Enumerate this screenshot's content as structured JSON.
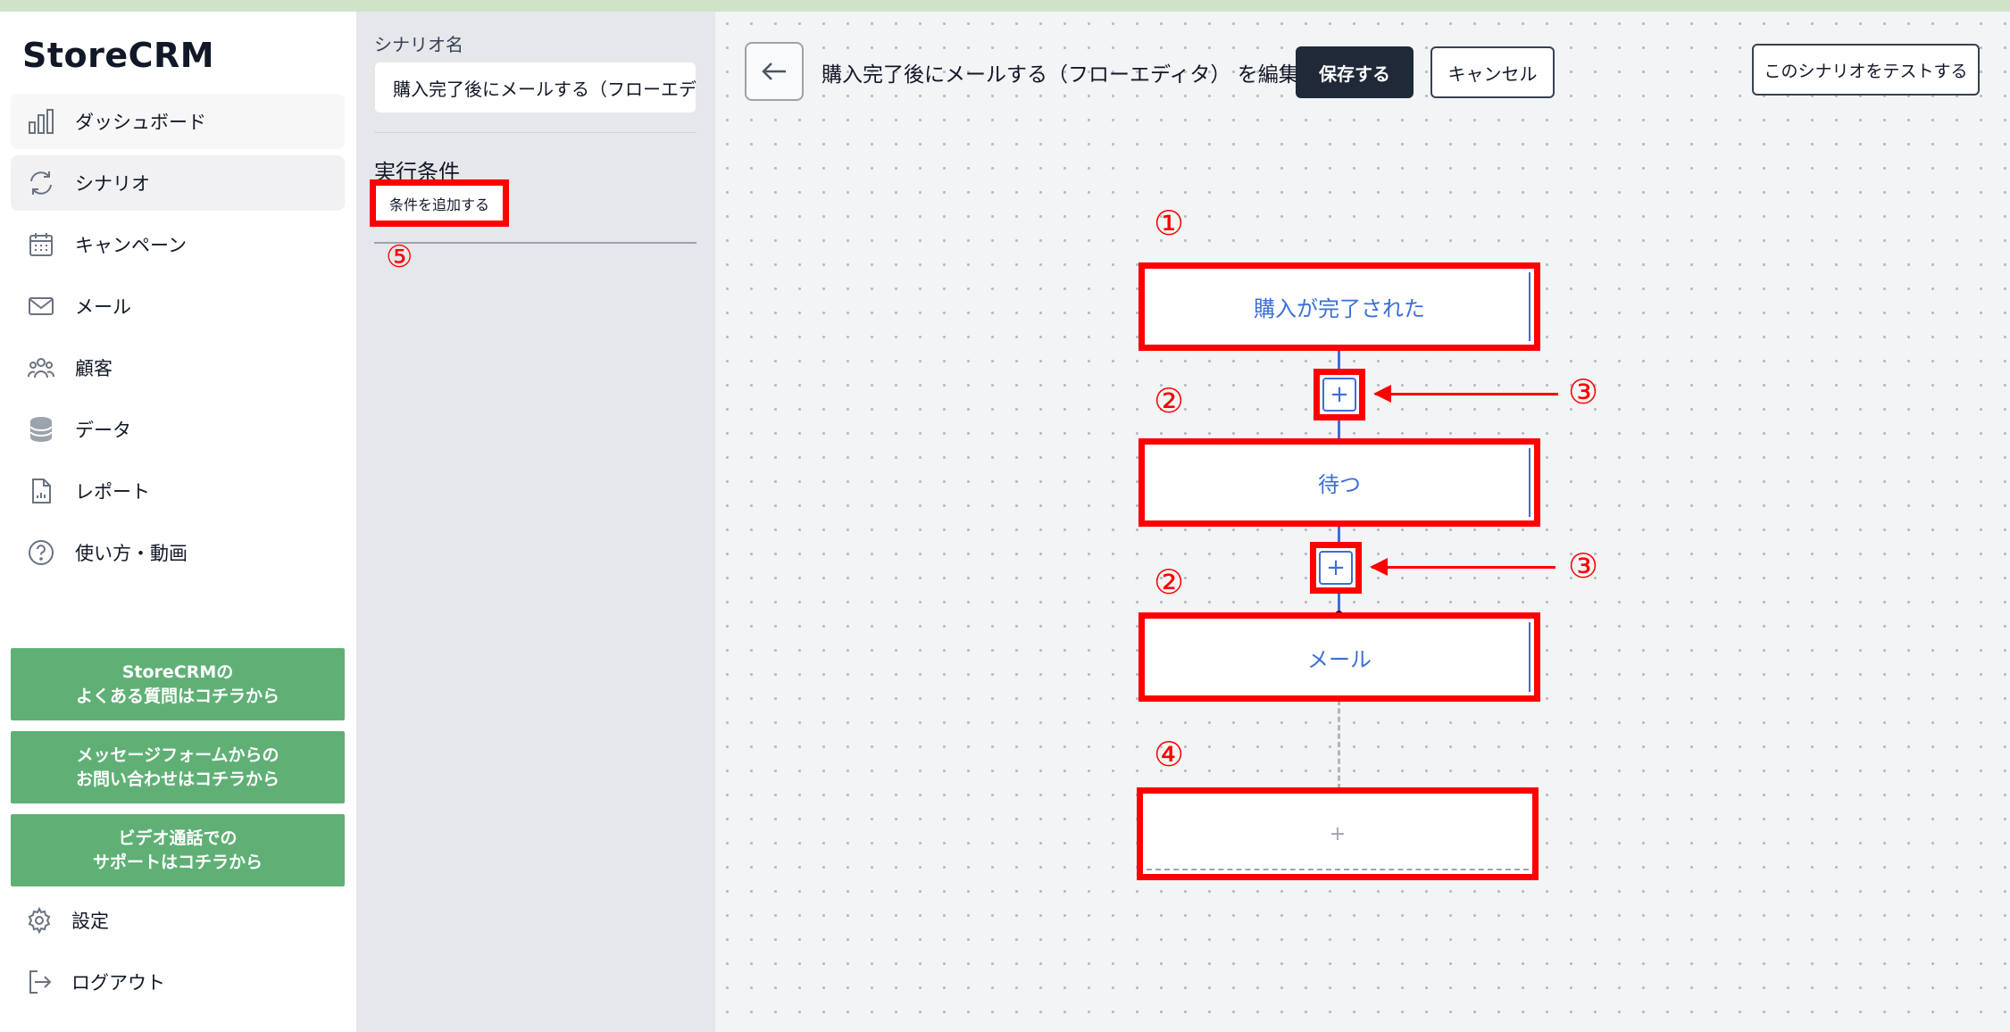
{
  "brand": "StoreCRM",
  "sidebar": {
    "items": [
      {
        "label": "ダッシュボード",
        "icon": "bar-chart-icon"
      },
      {
        "label": "シナリオ",
        "icon": "refresh-icon"
      },
      {
        "label": "キャンペーン",
        "icon": "calendar-icon"
      },
      {
        "label": "メール",
        "icon": "mail-icon"
      },
      {
        "label": "顧客",
        "icon": "users-icon"
      },
      {
        "label": "データ",
        "icon": "database-icon"
      },
      {
        "label": "レポート",
        "icon": "report-icon"
      },
      {
        "label": "使い方・動画",
        "icon": "help-icon"
      }
    ],
    "help_buttons": [
      {
        "line1": "StoreCRMの",
        "line2": "よくある質問はコチラから"
      },
      {
        "line1": "メッセージフォームからの",
        "line2": "お問い合わせはコチラから"
      },
      {
        "line1": "ビデオ通話での",
        "line2": "サポートはコチラから"
      }
    ],
    "settings_label": "設定",
    "logout_label": "ログアウト"
  },
  "panel": {
    "scenario_name_label": "シナリオ名",
    "scenario_name_value": "購入完了後にメールする（フローエディ",
    "condition_label": "実行条件",
    "add_condition_label": "条件を追加する",
    "marker": "⑤"
  },
  "header": {
    "title": "購入完了後にメールする（フローエディタ） を編集中",
    "save_label": "保存する",
    "cancel_label": "キャンセル",
    "test_label": "このシナリオをテストする"
  },
  "flow": {
    "nodes": [
      {
        "label": "購入が完了された",
        "marker": "①"
      },
      {
        "label": "待つ",
        "marker": "②"
      },
      {
        "label": "メール",
        "marker": "②"
      }
    ],
    "add_step_symbol": "+",
    "add_step_marker": "③",
    "empty_node_symbol": "+",
    "empty_node_marker": "④"
  },
  "colors": {
    "annotation_red": "#ff0000",
    "help_green": "#60b076",
    "flow_blue": "#3b6fd6",
    "save_dark": "#1f2937"
  }
}
